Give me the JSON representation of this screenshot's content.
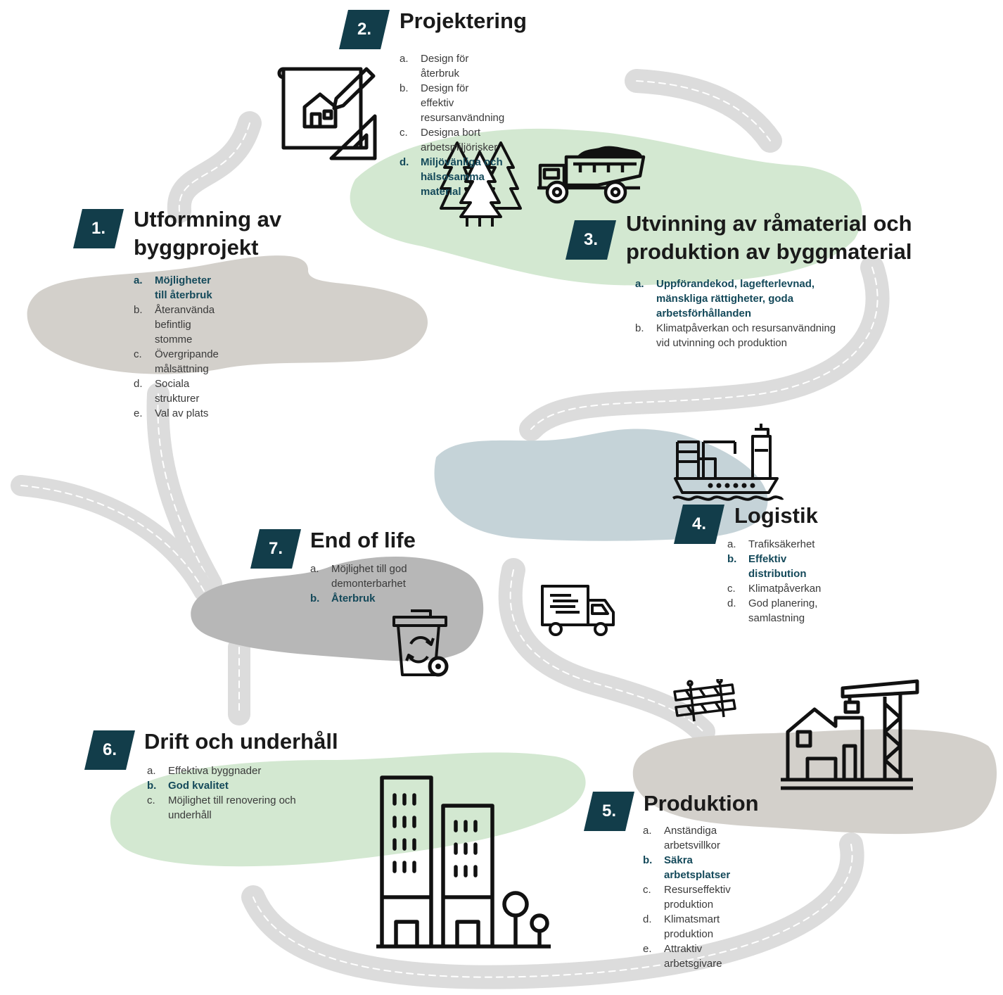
{
  "stages": [
    {
      "number": "1.",
      "title_lines": [
        "Utformning av",
        "byggprojekt"
      ],
      "items": [
        {
          "marker": "a.",
          "text": "Möjligheter till återbruk",
          "highlight": true
        },
        {
          "marker": "b.",
          "text": "Återanvända befintlig stomme",
          "highlight": false
        },
        {
          "marker": "c.",
          "text": "Övergripande målsättning",
          "highlight": false
        },
        {
          "marker": "d.",
          "text": "Sociala strukturer",
          "highlight": false
        },
        {
          "marker": "e.",
          "text": "Val av plats",
          "highlight": false
        }
      ]
    },
    {
      "number": "2.",
      "title_lines": [
        "Projektering"
      ],
      "items": [
        {
          "marker": "a.",
          "text": "Design för återbruk",
          "highlight": false
        },
        {
          "marker": "b.",
          "text": "Design för effektiv resursanvändning",
          "highlight": false
        },
        {
          "marker": "c.",
          "text": "Designa bort arbetsmiljörisker",
          "highlight": false
        },
        {
          "marker": "d.",
          "text": "Miljövänliga och hälsosamma material",
          "highlight": true
        }
      ]
    },
    {
      "number": "3.",
      "title_lines": [
        "Utvinning av råmaterial och",
        "produktion av byggmaterial"
      ],
      "items": [
        {
          "marker": "a.",
          "text": "Uppförandekod, lagefterlevnad, mänskliga rättigheter, goda arbetsförhållanden",
          "highlight": true
        },
        {
          "marker": "b.",
          "text": "Klimatpåverkan och resursanvändning vid utvinning och produktion",
          "highlight": false
        }
      ]
    },
    {
      "number": "4.",
      "title_lines": [
        "Logistik"
      ],
      "items": [
        {
          "marker": "a.",
          "text": "Trafiksäkerhet",
          "highlight": false
        },
        {
          "marker": "b.",
          "text": "Effektiv distribution",
          "highlight": true
        },
        {
          "marker": "c.",
          "text": "Klimatpåverkan",
          "highlight": false
        },
        {
          "marker": "d.",
          "text": "God planering, samlastning",
          "highlight": false
        }
      ]
    },
    {
      "number": "5.",
      "title_lines": [
        "Produktion"
      ],
      "items": [
        {
          "marker": "a.",
          "text": "Anständiga arbetsvillkor",
          "highlight": false
        },
        {
          "marker": "b.",
          "text": "Säkra arbetsplatser",
          "highlight": true
        },
        {
          "marker": "c.",
          "text": "Resurseffektiv produktion",
          "highlight": false
        },
        {
          "marker": "d.",
          "text": "Klimatsmart produktion",
          "highlight": false
        },
        {
          "marker": "e.",
          "text": "Attraktiv arbetsgivare",
          "highlight": false
        }
      ]
    },
    {
      "number": "6.",
      "title_lines": [
        "Drift och underhåll"
      ],
      "items": [
        {
          "marker": "a.",
          "text": "Effektiva byggnader",
          "highlight": false
        },
        {
          "marker": "b.",
          "text": "God kvalitet",
          "highlight": true
        },
        {
          "marker": "c.",
          "text": "Möjlighet till renovering och underhåll",
          "highlight": false
        }
      ]
    },
    {
      "number": "7.",
      "title_lines": [
        "End of life"
      ],
      "items": [
        {
          "marker": "a.",
          "text": "Möjlighet till god demonterbarhet",
          "highlight": false
        },
        {
          "marker": "b.",
          "text": "Återbruk",
          "highlight": true
        }
      ]
    }
  ],
  "icons": [
    "blueprint-icon",
    "trees-icon",
    "dump-truck-icon",
    "cargo-ship-icon",
    "delivery-truck-icon",
    "road-barrier-icon",
    "construction-crane-icon",
    "buildings-icon",
    "recycle-bin-icon"
  ],
  "colors": {
    "badge": "#123d4a",
    "highlight": "#14495a",
    "green_blob": "#d3e8d1",
    "gray_blob": "#d3d0cb",
    "dark_gray_blob": "#b7b7b7",
    "blue_blob": "#c5d3d8",
    "road": "#dcdcdc"
  }
}
